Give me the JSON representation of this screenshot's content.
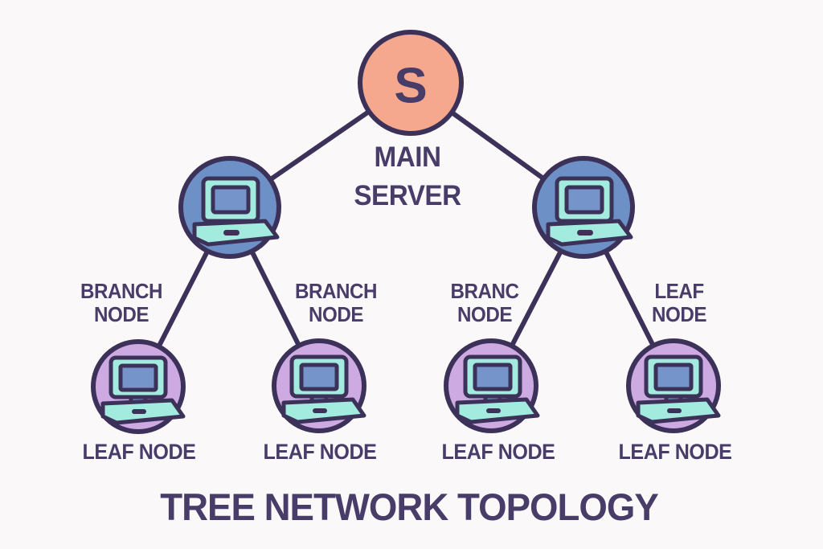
{
  "palette": {
    "bg": "#FBF8FA",
    "outline": "#3C3259",
    "text": "#483D68",
    "server": "#F5A88D",
    "branch": "#6D91C6",
    "leaf": "#CDAAE1",
    "device": "#A3EBDF",
    "screen": "#7595CA"
  },
  "title": "TREE NETWORK TOPOLOGY",
  "server": {
    "letter": "S",
    "caption": [
      "MAIN",
      "SERVER"
    ]
  },
  "node_labels": {
    "upper": [
      {
        "lines": [
          "BRANCH",
          "NODE"
        ]
      },
      {
        "lines": [
          "BRANCH",
          "NODE"
        ]
      },
      {
        "lines": [
          "BRANC",
          "NODE"
        ]
      },
      {
        "lines": [
          "LEAF",
          "NODE"
        ]
      }
    ],
    "lower": [
      "LEAF NODE",
      "LEAF NODE",
      "LEAF NODE",
      "LEAF NODE"
    ]
  }
}
